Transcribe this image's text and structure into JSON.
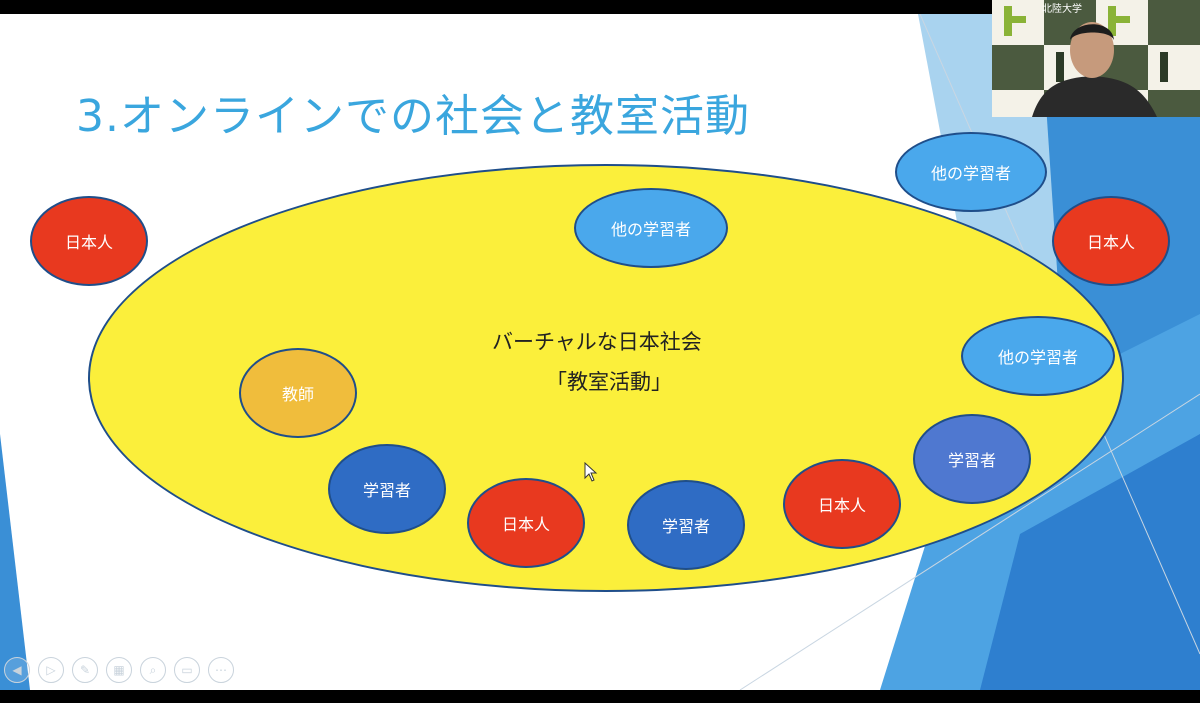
{
  "slide": {
    "title": "3.オンラインでの社会と教室活動",
    "center_line1": "バーチャルな日本社会",
    "center_line2": "「教室活動」"
  },
  "bubbles": {
    "japanese_outer_left": "日本人",
    "other_learner_top": "他の学習者",
    "other_learner_outer_top_right": "他の学習者",
    "japanese_outer_right": "日本人",
    "other_learner_right": "他の学習者",
    "teacher": "教師",
    "learner_bottom_left": "学習者",
    "japanese_bottom_left": "日本人",
    "learner_bottom_center": "学習者",
    "japanese_bottom_right": "日本人",
    "learner_right": "学習者"
  },
  "video": {
    "sign_text": "北陸大学"
  },
  "colors": {
    "title": "#3aa6de",
    "ellipse_fill": "#fbef3b",
    "red": "#e8391f",
    "light_blue": "#4aa8ec",
    "dark_blue": "#2f6cc4",
    "orange": "#f0bd3c"
  },
  "toolbar_icons": [
    "previous-icon",
    "next-icon",
    "pen-icon",
    "slides-icon",
    "zoom-icon",
    "subtitle-icon",
    "more-icon"
  ]
}
